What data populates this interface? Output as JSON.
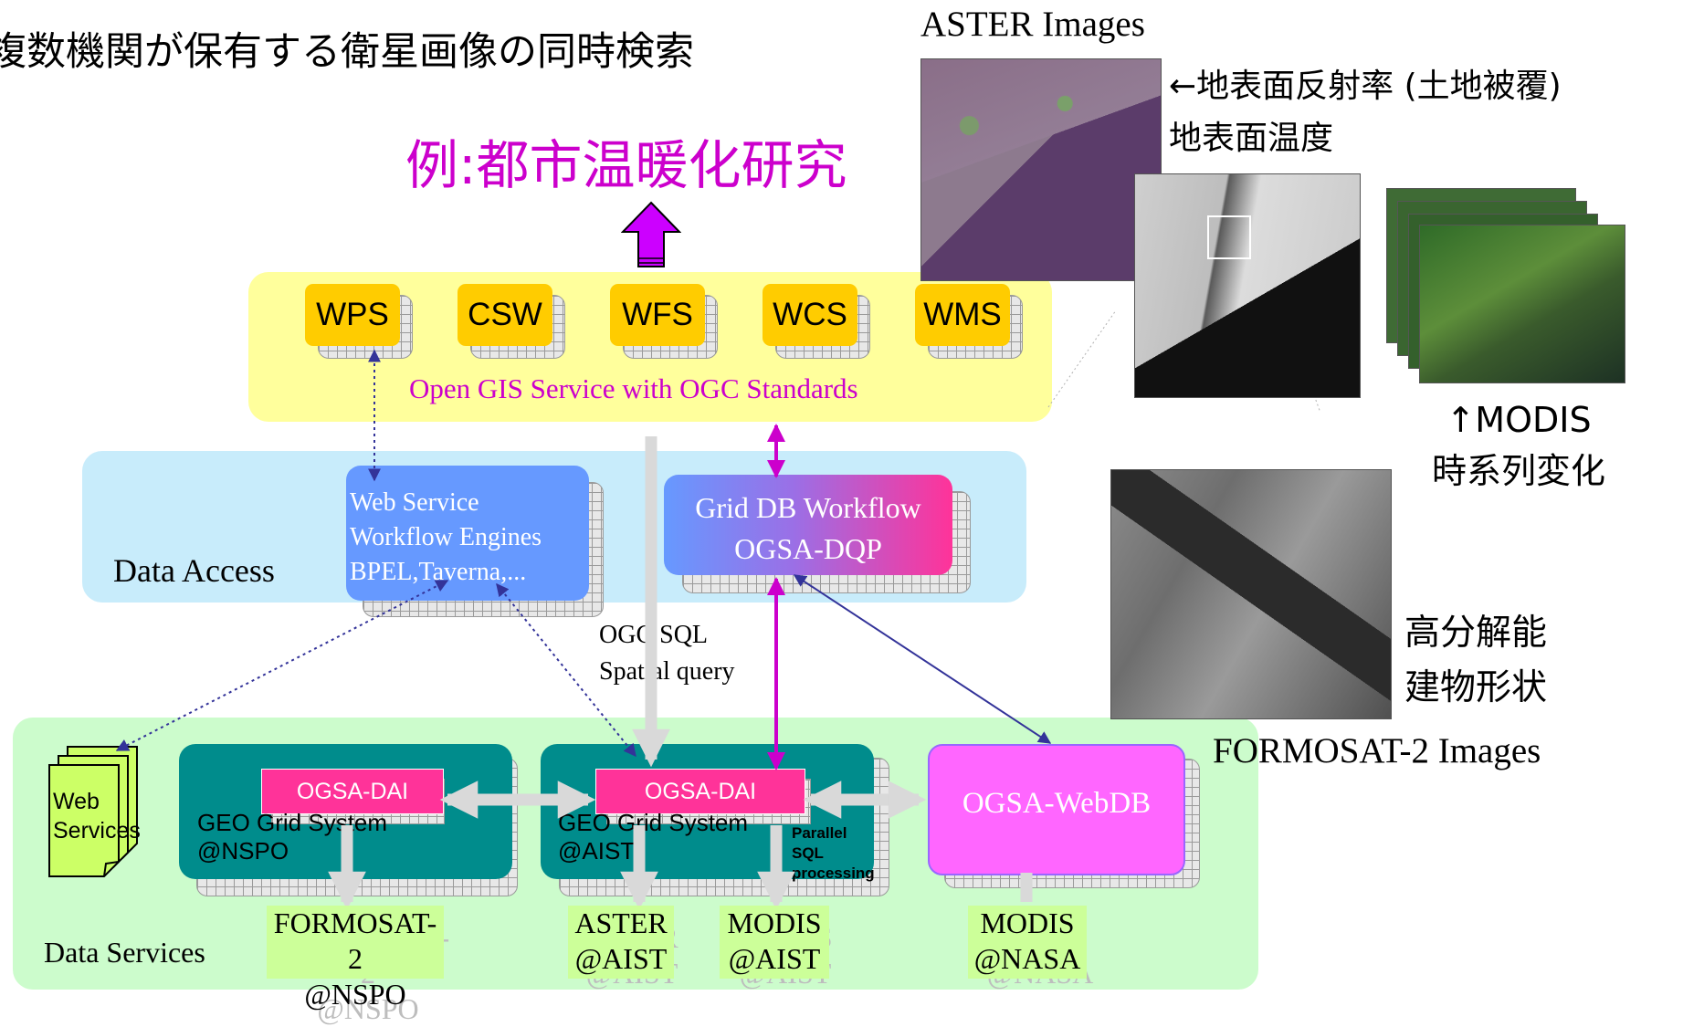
{
  "title": "複数機関が保有する衛星画像の同時検索",
  "example": "例:都市温暖化研究",
  "ogc": {
    "services": [
      "WPS",
      "CSW",
      "WFS",
      "WCS",
      "WMS"
    ],
    "caption": "Open GIS Service with OGC Standards"
  },
  "data_access": {
    "label": "Data Access",
    "web_service_lines": [
      "Web Service",
      "Workflow Engines",
      "BPEL,Taverna,..."
    ],
    "grid_db_lines": [
      "Grid DB Workflow",
      "OGSA-DQP"
    ]
  },
  "ogc_sql_lines": [
    "OGC SQL",
    "Spatial query"
  ],
  "data_services": {
    "label": "Data Services",
    "web_services_lines": [
      "Web",
      "Services"
    ],
    "nspo_system": {
      "dai": "OGSA-DAI",
      "lines": [
        "GEO Grid System",
        "@NSPO"
      ]
    },
    "aist_system": {
      "dai": "OGSA-DAI",
      "lines": [
        "GEO Grid System",
        "@AIST"
      ]
    },
    "parallel_lines": [
      "Parallel",
      "SQL",
      "processing"
    ],
    "webdb": "OGSA-WebDB",
    "stores": [
      {
        "lines": [
          "FORMOSAT-2",
          "@NSPO"
        ]
      },
      {
        "lines": [
          "ASTER",
          "@AIST"
        ]
      },
      {
        "lines": [
          "MODIS",
          "@AIST"
        ]
      },
      {
        "lines": [
          "MODIS",
          "@NASA"
        ]
      }
    ]
  },
  "right_panel": {
    "aster_title": "ASTER Images",
    "aster_note_lines": [
      "←地表面反射率 (土地被覆)",
      "地表面温度"
    ],
    "modis_note_lines": [
      "↑MODIS",
      "時系列変化"
    ],
    "formosat_note_lines": [
      "高分解能",
      "建物形状"
    ],
    "formosat_title": "FORMOSAT-2 Images"
  },
  "colors": {
    "magenta_text": "#cc00cc",
    "ogc_band": "#ffff9c",
    "access_band": "#c8ecfb",
    "services_band": "#ccfccc",
    "service_tile": "#ffcc00",
    "teal_system": "#008c8c",
    "dai_box": "#ff3399",
    "webdb_box": "#ff66ff",
    "store_box": "#ccff99",
    "up_arrow": "#cc00ff",
    "link_blue": "#333399"
  }
}
